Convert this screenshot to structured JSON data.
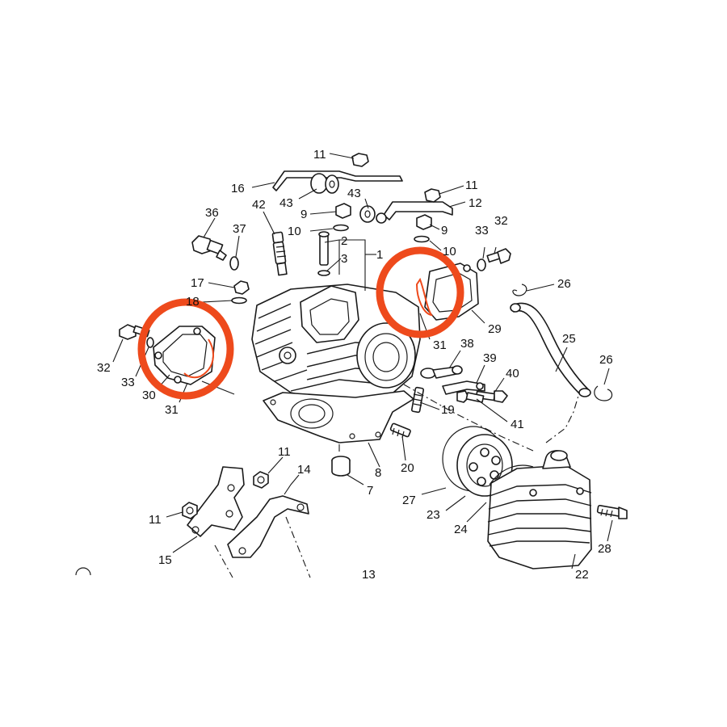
{
  "diagram": {
    "colors": {
      "line": "#1a1a1a",
      "highlight": "#ee4a1c",
      "background": "#ffffff"
    },
    "labels": {
      "p1": "1",
      "p2": "2",
      "p3": "3",
      "p7": "7",
      "p8": "8",
      "p9a": "9",
      "p9b": "9",
      "p10a": "10",
      "p10b": "10",
      "p11a": "11",
      "p11b": "11",
      "p11c": "11",
      "p11d": "11",
      "p12": "12",
      "p13": "13",
      "p14": "14",
      "p15": "15",
      "p16": "16",
      "p17": "17",
      "p18": "18",
      "p19": "19",
      "p20": "20",
      "p22": "22",
      "p23": "23",
      "p24": "24",
      "p25": "25",
      "p26a": "26",
      "p26b": "26",
      "p27": "27",
      "p28": "28",
      "p29": "29",
      "p30": "30",
      "p31a": "31",
      "p31b": "31",
      "p32a": "32",
      "p32b": "32",
      "p33a": "33",
      "p33b": "33",
      "p36": "36",
      "p37": "37",
      "p38": "38",
      "p39": "39",
      "p40": "40",
      "p41": "41",
      "p42": "42",
      "p43a": "43",
      "p43b": "43"
    }
  }
}
